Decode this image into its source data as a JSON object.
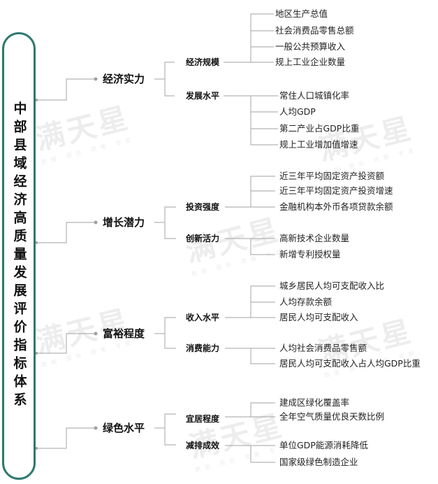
{
  "root": {
    "label": "中部县域经济高质量发展评价指标体系",
    "border_color": "#2e7a6f"
  },
  "watermark": {
    "text": "满天星",
    "subtext": "数据 报告 政策 专家"
  },
  "colors": {
    "line": "#b3b3b3",
    "dot": "#a0a0a0"
  },
  "branches": [
    {
      "label": "经济实力",
      "children": [
        {
          "label": "经济规模",
          "items": [
            "地区生产总值",
            "社会消费品零售总额",
            "一般公共预算收入",
            "规上工业企业数量"
          ]
        },
        {
          "label": "发展水平",
          "items": [
            "常住人口城镇化率",
            "人均GDP",
            "第二产业占GDP比重",
            "规上工业增加值增速"
          ]
        }
      ]
    },
    {
      "label": "增长潜力",
      "children": [
        {
          "label": "投资强度",
          "items": [
            "近三年平均固定资产投资额",
            "近三年平均固定资产投资增速",
            "金融机构本外币各项贷款余额"
          ]
        },
        {
          "label": "创新活力",
          "items": [
            "高新技术企业数量",
            "新增专利授权量"
          ]
        }
      ]
    },
    {
      "label": "富裕程度",
      "children": [
        {
          "label": "收入水平",
          "items": [
            "城乡居民人均可支配收入比",
            "人均存款余额",
            "居民人均可支配收入"
          ]
        },
        {
          "label": "消费能力",
          "items": [
            "人均社会消费品零售额",
            "居民人均可支配收入占人均GDP比重"
          ]
        }
      ]
    },
    {
      "label": "绿色水平",
      "children": [
        {
          "label": "宜居程度",
          "items": [
            "建成区绿化覆盖率",
            "全年空气质量优良天数比例"
          ]
        },
        {
          "label": "减排成效",
          "items": [
            "单位GDP能源消耗降低",
            "国家级绿色制造企业"
          ]
        }
      ]
    }
  ]
}
